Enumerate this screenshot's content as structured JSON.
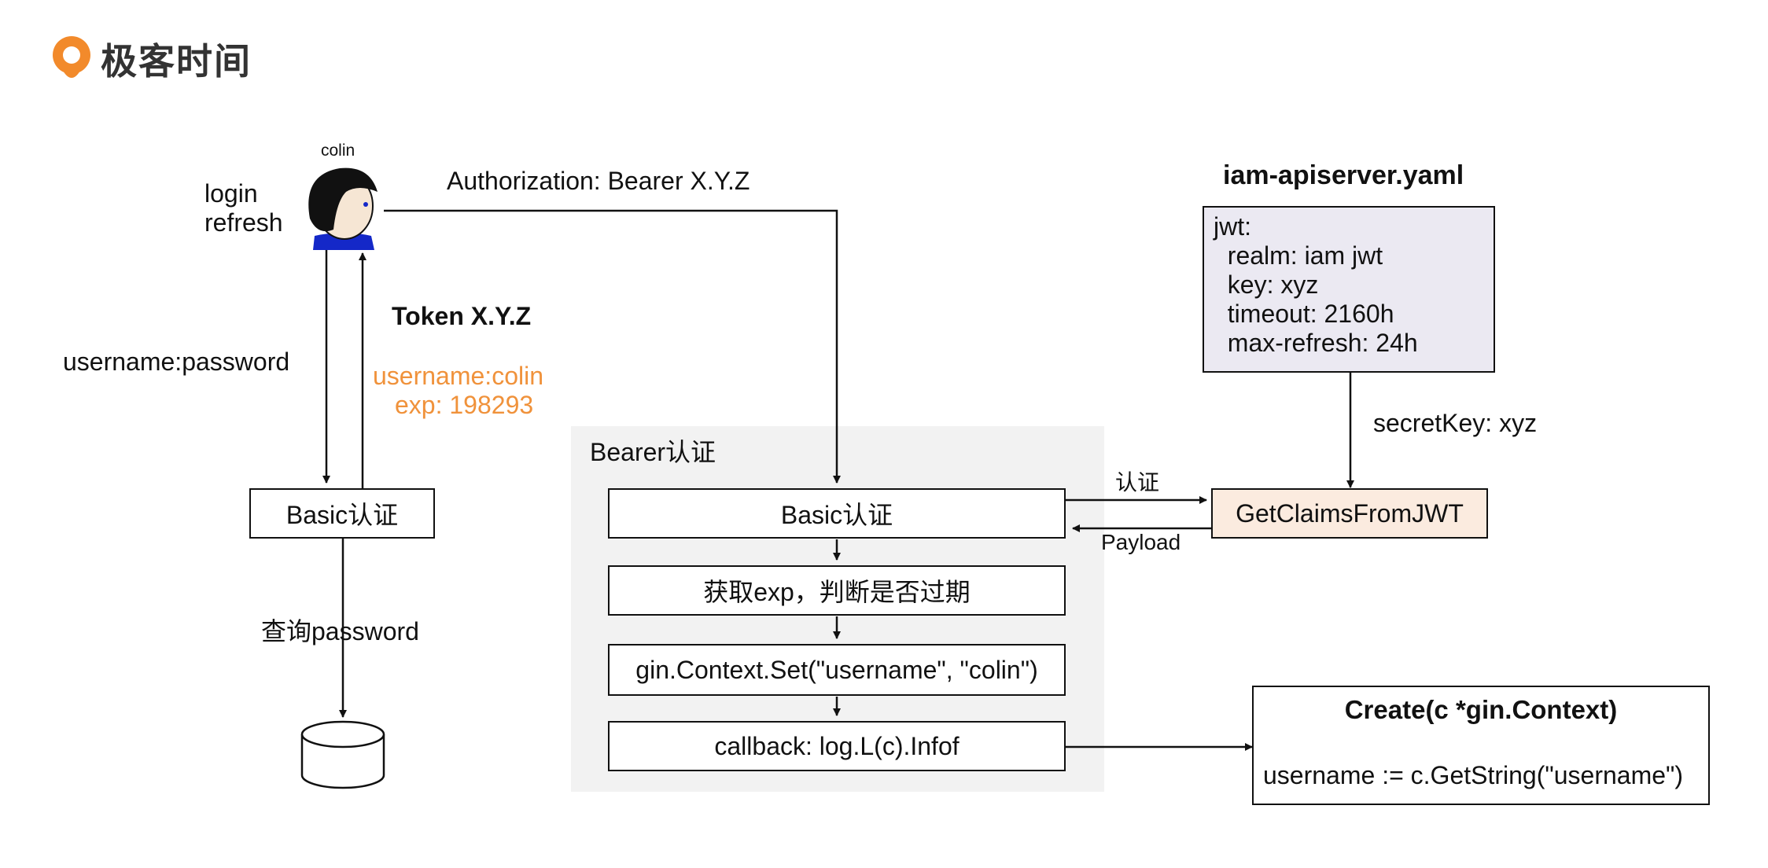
{
  "brand": {
    "name": "极客时间"
  },
  "user": {
    "name": "colin",
    "actions_line1": "login",
    "actions_line2": "refresh"
  },
  "left_flow": {
    "request_label": "username:password",
    "token_label": "Token X.Y.Z",
    "claims_line1": "username:colin",
    "claims_line2": "exp: 198293",
    "basic_box": "Basic认证",
    "query_label": "查询password"
  },
  "auth_header": "Authorization: Bearer X.Y.Z",
  "bearer_panel": {
    "title": "Bearer认证",
    "steps": [
      "Basic认证",
      "获取exp，判断是否过期",
      "gin.Context.Set(\"username\", \"colin\")",
      "callback: log.L(c).Infof"
    ]
  },
  "config": {
    "filename": "iam-apiserver.yaml",
    "lines": [
      "jwt:",
      "  realm: iam jwt",
      "  key: xyz",
      "  timeout: 2160h",
      "  max-refresh: 24h"
    ],
    "secret_label": "secretKey: xyz"
  },
  "jwt": {
    "box": "GetClaimsFromJWT",
    "auth_label": "认证",
    "payload_label": "Payload"
  },
  "handler": {
    "title": "Create(c *gin.Context)",
    "body": "username := c.GetString(\"username\")"
  },
  "colors": {
    "accent_orange": "#f0923b",
    "panel_bg": "#f2f2f2",
    "config_bg": "#ebe9f2",
    "jwt_bg": "#fbebdf",
    "user_collar": "#1428c8"
  }
}
